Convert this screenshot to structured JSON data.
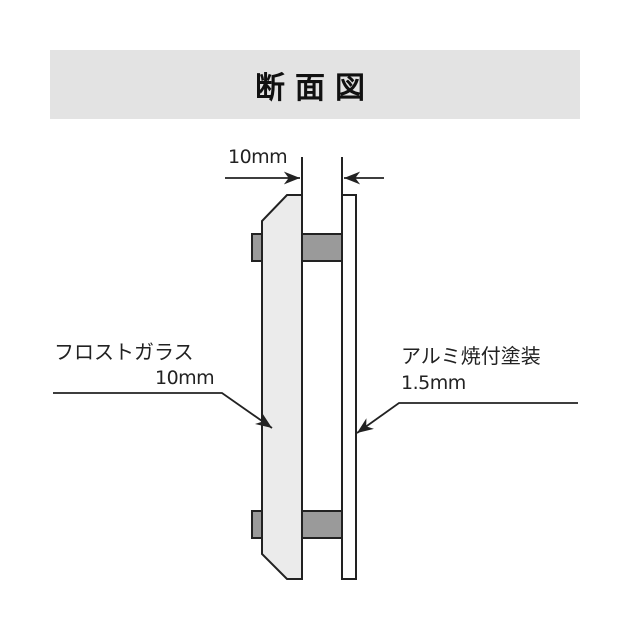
{
  "header": {
    "title": "断面図"
  },
  "dimensions": {
    "gap_label": "10mm"
  },
  "labels": {
    "glass": {
      "name": "フロストガラス",
      "thickness": "10mm"
    },
    "aluminum": {
      "name": "アルミ焼付塗装",
      "thickness": "1.5mm"
    }
  },
  "colors": {
    "title_band": "#e3e3e3",
    "glass_fill": "#ebebeb",
    "standoff_fill": "#9a9a9a",
    "plate_fill": "#ffffff",
    "stroke": "#222222"
  }
}
